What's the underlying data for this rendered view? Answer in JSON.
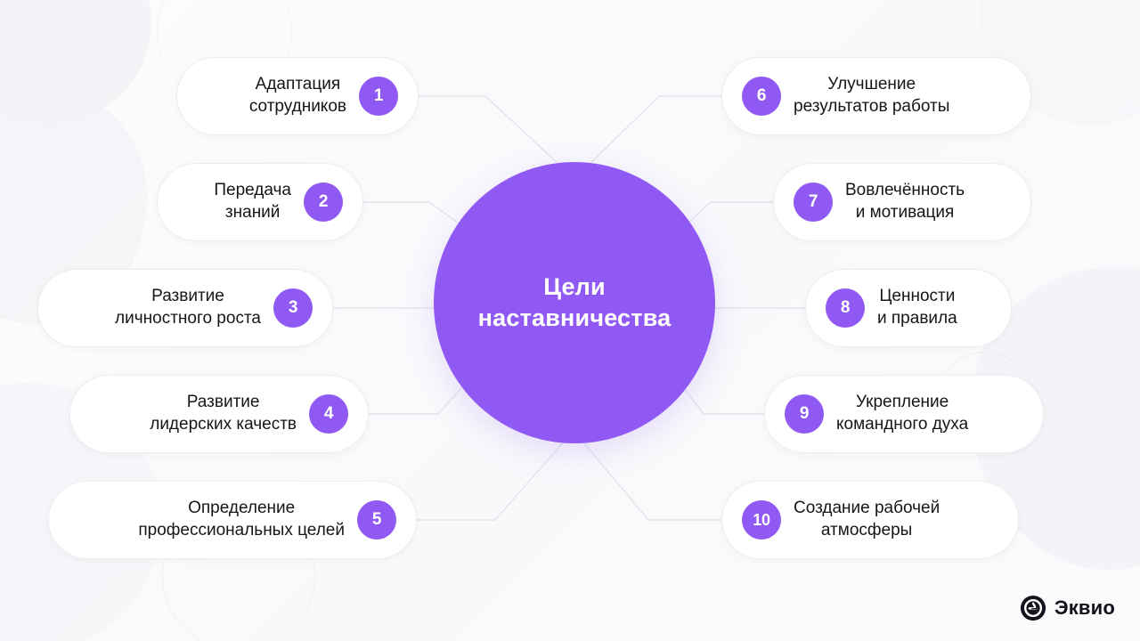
{
  "center": {
    "title": "Цели\nнаставничества",
    "color": "#9159f3"
  },
  "items": [
    {
      "number": "1",
      "label": "Адаптация\nсотрудников",
      "side": "left"
    },
    {
      "number": "2",
      "label": "Передача\nзнаний",
      "side": "left"
    },
    {
      "number": "3",
      "label": "Развитие\nличностного роста",
      "side": "left"
    },
    {
      "number": "4",
      "label": "Развитие\nлидерских качеств",
      "side": "left"
    },
    {
      "number": "5",
      "label": "Определение\nпрофессиональных целей",
      "side": "left"
    },
    {
      "number": "6",
      "label": "Улучшение\nрезультатов работы",
      "side": "right"
    },
    {
      "number": "7",
      "label": "Вовлечённость\nи мотивация",
      "side": "right"
    },
    {
      "number": "8",
      "label": "Ценности\nи правила",
      "side": "right"
    },
    {
      "number": "9",
      "label": "Укрепление\nкомандного духа",
      "side": "right"
    },
    {
      "number": "10",
      "label": "Создание рабочей\nатмосферы",
      "side": "right"
    }
  ],
  "brand": {
    "name": "Эквио",
    "icon": "eqvio-logo-icon",
    "color": "#12131c"
  },
  "theme": {
    "accent": "#9159f3",
    "card_bg": "#ffffff",
    "card_border": "#ededf1",
    "text": "#15161a",
    "connector": "#e2e4ea",
    "background": "#fbfbfc"
  }
}
